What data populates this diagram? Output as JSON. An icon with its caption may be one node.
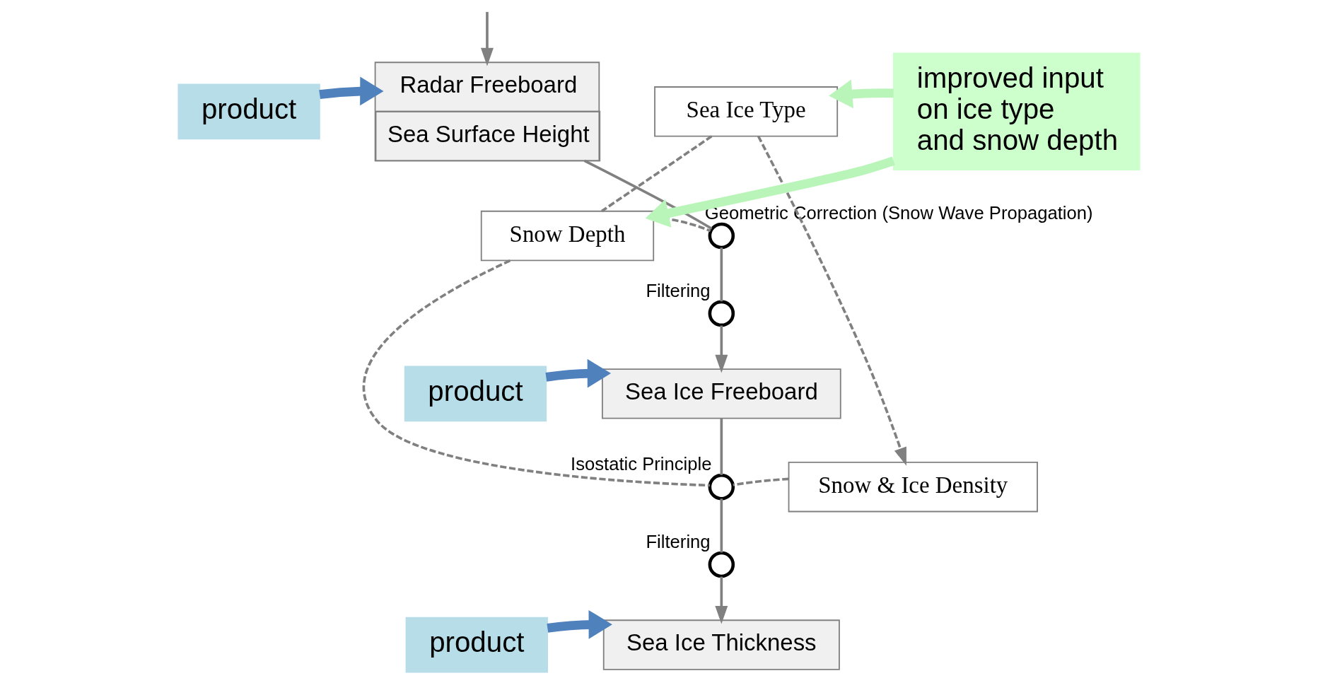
{
  "diagram": {
    "nodes": [
      {
        "text": [
          "product"
        ]
      },
      {
        "text": [
          "Radar Freeboard",
          "Sea Surface Height"
        ]
      },
      {
        "text": [
          "Sea Ice Type"
        ]
      },
      {
        "text": [
          "Snow Depth"
        ]
      },
      {
        "text": [
          "improved input on ice type and snow depth"
        ]
      },
      {
        "text": [],
        "shape": "circle",
        "beside": [
          "Geometric Correction (Snow Wave Propagation)"
        ]
      },
      {
        "text": [],
        "shape": "circle",
        "beside": [
          "Filtering"
        ]
      },
      {
        "text": [
          "product"
        ]
      },
      {
        "text": [
          "Sea Ice Freeboard"
        ]
      },
      {
        "text": [],
        "shape": "circle",
        "beside": [
          "Isostatic Principle"
        ]
      },
      {
        "text": [
          "Snow & Ice Density"
        ]
      },
      {
        "text": [],
        "shape": "circle",
        "beside": [
          "Filtering"
        ]
      },
      {
        "text": [
          "product"
        ]
      },
      {
        "text": [
          "Sea Ice Thickness"
        ]
      }
    ],
    "edges": [
      {
        "from": null,
        "to": 1,
        "arrow": "to"
      },
      {
        "from": 0,
        "to": 1,
        "arrow": "to",
        "style": "thick",
        "color": "#4f81bd"
      },
      {
        "from": 4,
        "to": 2,
        "arrow": "to",
        "style": "thick",
        "color": "#b9f5b9"
      },
      {
        "from": 4,
        "to": 3,
        "arrow": "to",
        "style": "thick",
        "color": "#b9f5b9"
      },
      {
        "from": 1,
        "to": 5,
        "arrow": "none"
      },
      {
        "from": 3,
        "to": 5,
        "arrow": "none",
        "style": "dashed"
      },
      {
        "from": 2,
        "to": 3,
        "arrow": "none",
        "style": "dashed"
      },
      {
        "from": 5,
        "to": 6,
        "arrow": "none"
      },
      {
        "from": 6,
        "to": 8,
        "arrow": "to"
      },
      {
        "from": 7,
        "to": 8,
        "arrow": "to",
        "style": "thick",
        "color": "#4f81bd"
      },
      {
        "from": 8,
        "to": 9,
        "arrow": "none"
      },
      {
        "from": 3,
        "to": 9,
        "arrow": "none",
        "style": "dashed"
      },
      {
        "from": 10,
        "to": 9,
        "arrow": "none",
        "style": "dashed"
      },
      {
        "from": 2,
        "to": 10,
        "arrow": "to",
        "style": "dashed"
      },
      {
        "from": 9,
        "to": 11,
        "arrow": "none"
      },
      {
        "from": 11,
        "to": 13,
        "arrow": "to"
      },
      {
        "from": 12,
        "to": 13,
        "arrow": "to",
        "style": "thick",
        "color": "#4f81bd"
      }
    ]
  }
}
